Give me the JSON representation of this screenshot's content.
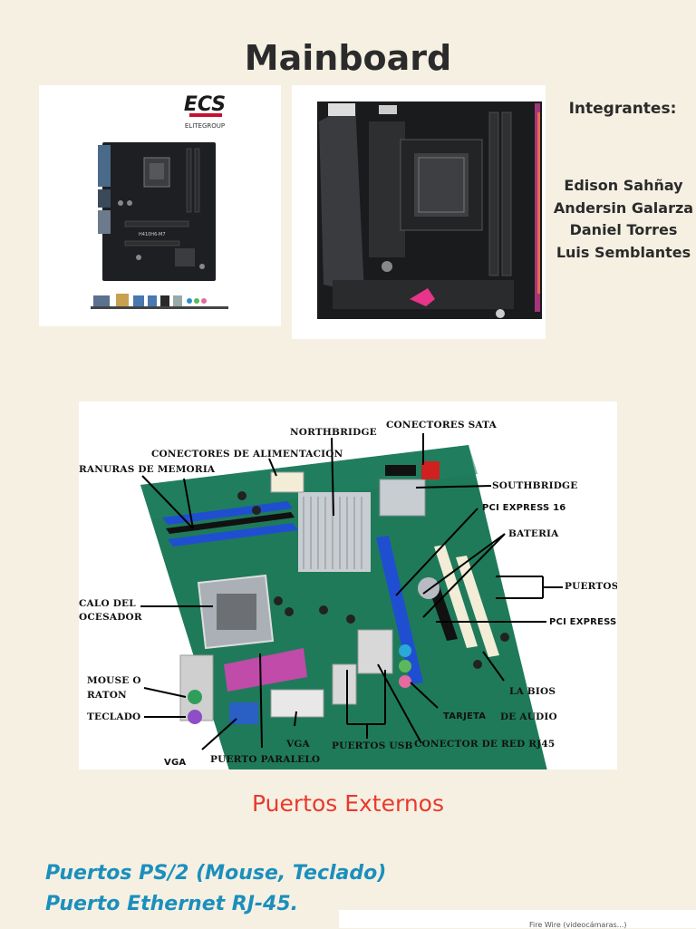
{
  "page": {
    "title": "Mainboard",
    "members_heading": "Integrantes:",
    "members": [
      "Edison Sahñay",
      "Andersin Galarza",
      "Daniel Torres",
      "Luis Semblantes"
    ]
  },
  "photo1": {
    "logo_text": "ECS",
    "logo_subtext": "ELITEGROUP",
    "board_model": "H410H6-M7"
  },
  "diagram": {
    "labels": {
      "northbridge": "NORTHBRIDGE",
      "conectores_sata": "CONECTORES SATA",
      "conectores_alimentacion": "CONECTORES DE ALIMENTACION",
      "ranuras_memoria": "RANURAS DE MEMORIA",
      "southbridge": "SOUTHBRIDGE",
      "pci_express_16": "PCI EXPRESS 16",
      "bateria": "BATERIA",
      "puertos": "PUERTOS",
      "zocalo_line1": "CALO DEL",
      "zocalo_line2": "OCESADOR",
      "pci_express": "PCI EXPRESS",
      "mouse_line1": "MOUSE O",
      "mouse_line2": "RATON",
      "teclado": "TECLADO",
      "la_bios": "LA BIOS",
      "tarjeta": "TARJETA",
      "de_audio": "DE AUDIO",
      "vga_right": "VGA",
      "puertos_usb": "PUERTOS USB",
      "conector_red": "CONECTOR DE RED RJ45",
      "vga_left": "VGA",
      "puerto_paralelo": "PUERTO PARALELO"
    }
  },
  "section": {
    "heading": "Puertos Externos",
    "bullets": [
      "Puertos PS/2 (Mouse, Teclado)",
      "Puerto Ethernet RJ-45."
    ]
  },
  "bottom_image": {
    "caption": "Fire Wire (videocámaras...)"
  }
}
